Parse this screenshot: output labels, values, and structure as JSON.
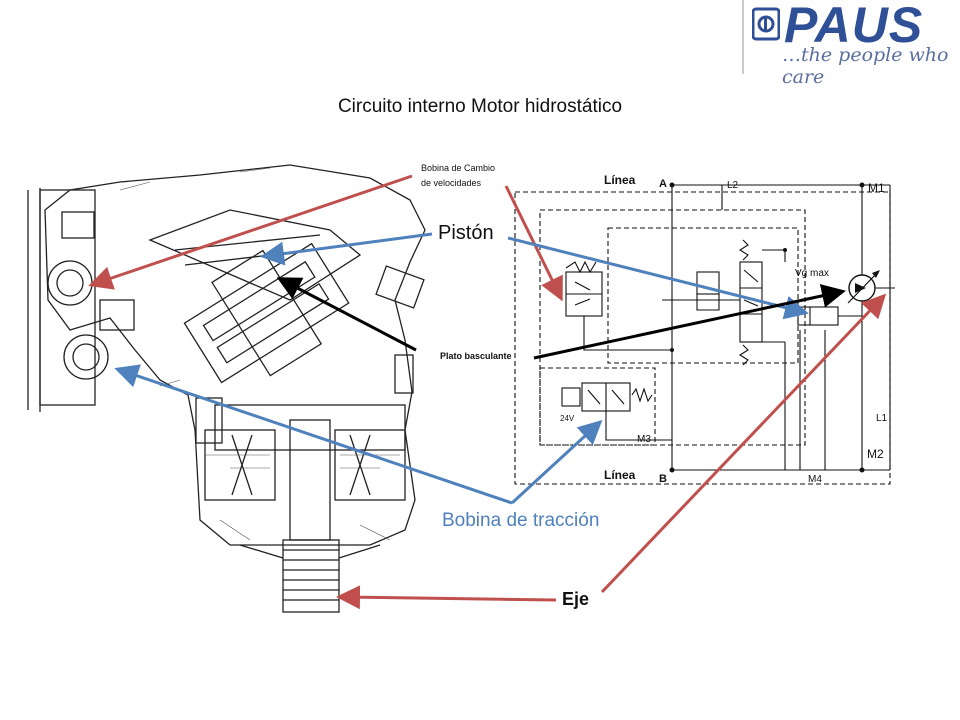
{
  "logo": {
    "wordmark": "PAUS",
    "tagline": "…the people who care",
    "brand_color": "#2f4f96"
  },
  "slide": {
    "title": "Circuito interno Motor hidrostático"
  },
  "callouts": {
    "bobina_cambio_line1": "Bobina de Cambio",
    "bobina_cambio_line2": "de velocidades",
    "piston": "Pistón",
    "plato": "Plato basculante",
    "bobina_traccion": "Bobina de tracción",
    "eje": "Eje"
  },
  "schematic": {
    "linea_a": "Línea",
    "port_a": "A",
    "linea_b": "Línea",
    "port_b": "B",
    "l2": "L2",
    "m1": "M1",
    "vg_max": "Vg max",
    "voltage": "24V",
    "m3": "M3",
    "l1": "L1",
    "m2": "M2",
    "m4": "M4"
  },
  "colors": {
    "arrow_red": "#c0504d",
    "arrow_blue": "#4f81bd",
    "arrow_black": "#000000"
  },
  "icons": {
    "logo_mark": "gear-p-icon",
    "hydraulic_motor": "hydraulic-motor-symbol-icon"
  }
}
